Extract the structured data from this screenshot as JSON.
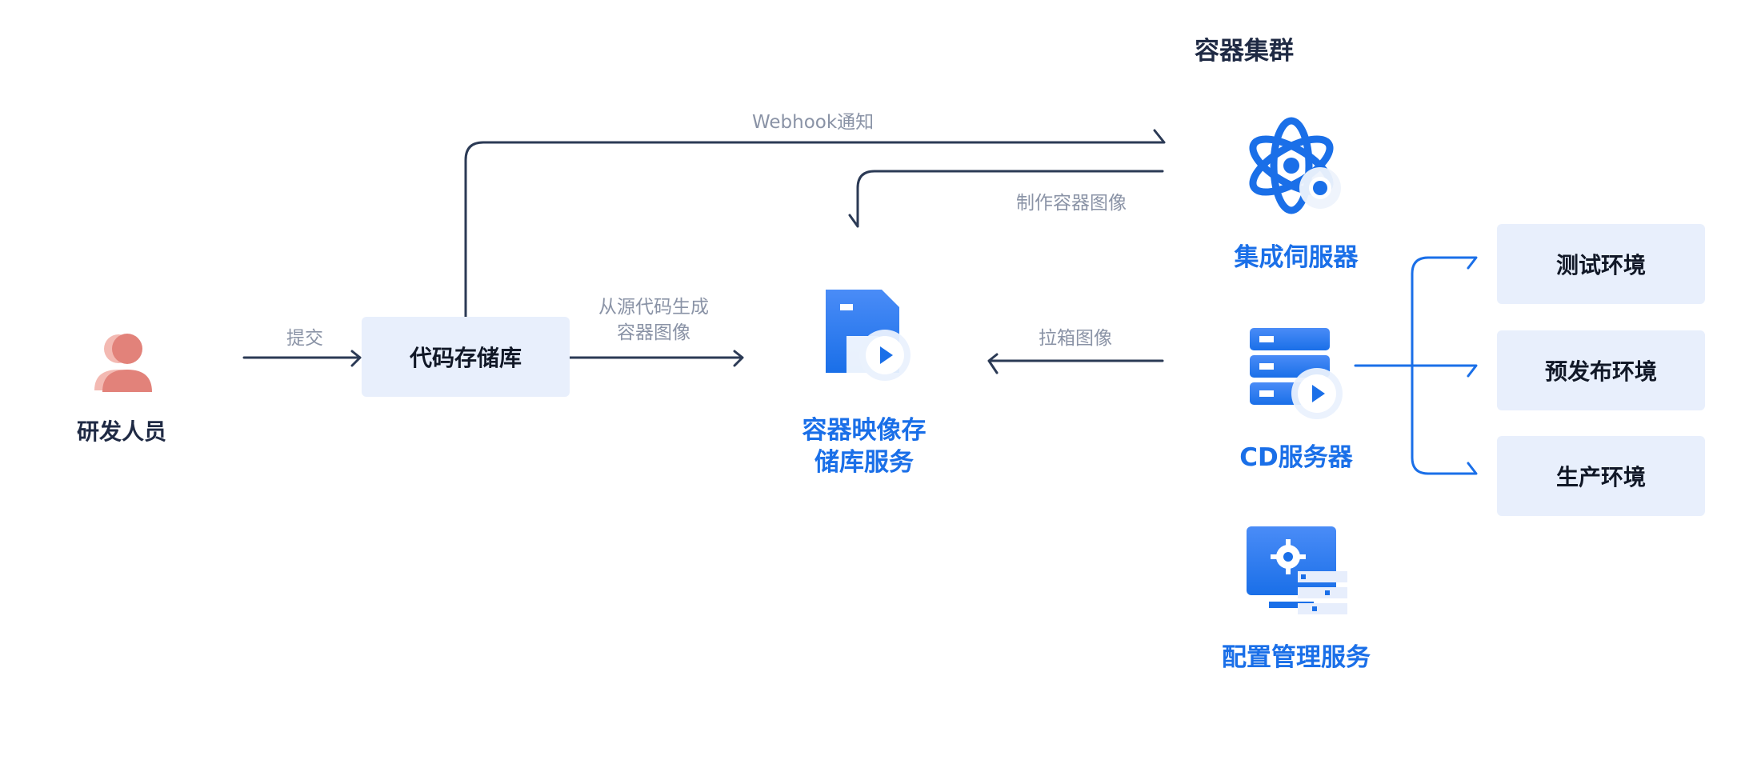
{
  "cluster_title": "容器集群",
  "developer": {
    "label": "研发人员",
    "icon": "user-icon"
  },
  "submit_label": "提交",
  "code_repo": {
    "label": "代码存储库"
  },
  "generate_label_lines": [
    "从源代码生成",
    "容器图像"
  ],
  "webhook_label": "Webhook通知",
  "make_image_label": "制作容器图像",
  "pull_label": "拉箱图像",
  "registry": {
    "label_lines": [
      "容器映像存",
      "储库服务"
    ],
    "icon": "file-video-icon"
  },
  "integration_server": {
    "label": "集成伺服器",
    "icon": "atom-gear-icon"
  },
  "cd_server": {
    "label": "CD服务器",
    "icon": "server-play-icon"
  },
  "config_service": {
    "label": "配置管理服务",
    "icon": "monitor-gear-icon"
  },
  "environments": [
    {
      "label": "测试环境"
    },
    {
      "label": "预发布环境"
    },
    {
      "label": "生产环境"
    }
  ],
  "colors": {
    "accent": "#1a6fe8",
    "line": "#2b3a55",
    "box_bg": "#e8effc",
    "person": "#e2827a"
  }
}
